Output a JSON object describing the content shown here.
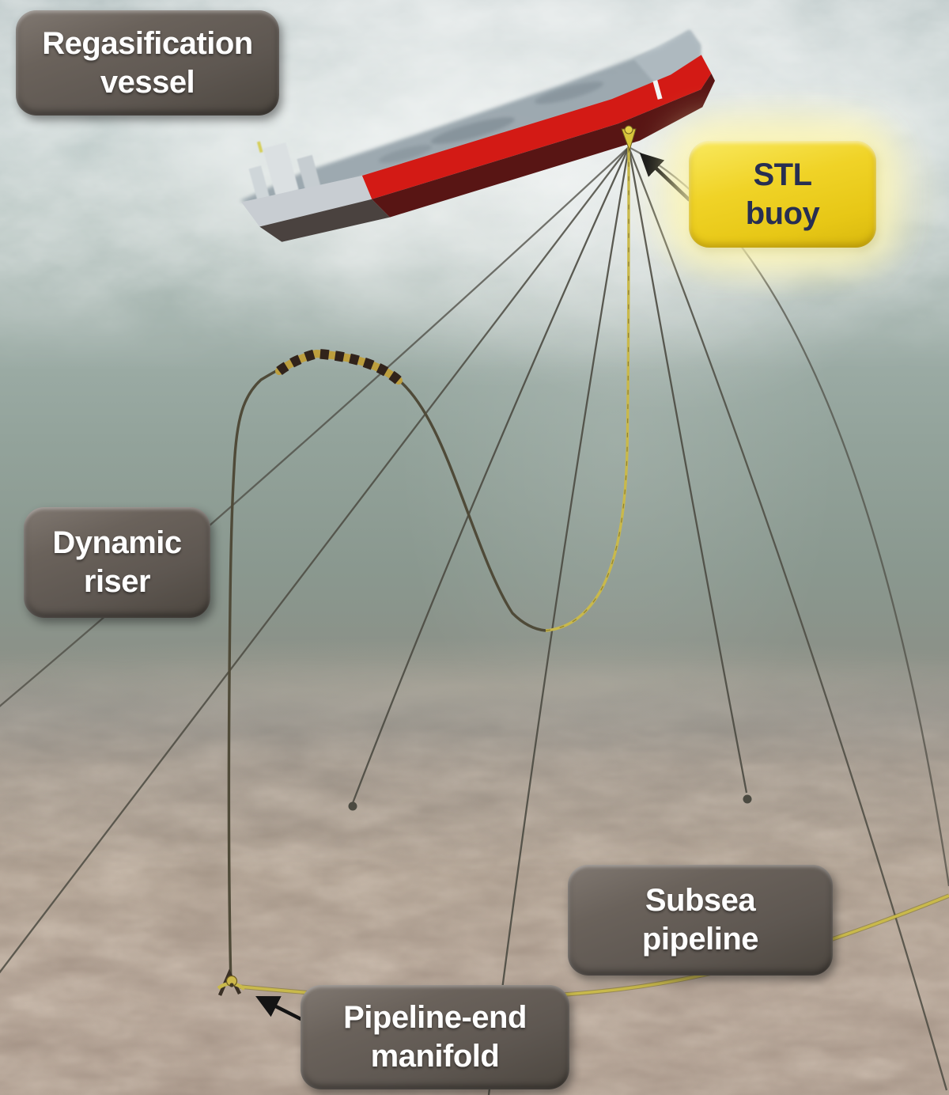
{
  "diagram": {
    "subject": "submerged-turret-loading-regasification-system",
    "labels": [
      {
        "id": "regasification-vessel",
        "text": "Regasification\nvessel",
        "style": "gray"
      },
      {
        "id": "stl-buoy",
        "text": "STL\nbuoy",
        "style": "yellow"
      },
      {
        "id": "dynamic-riser",
        "text": "Dynamic\nriser",
        "style": "gray"
      },
      {
        "id": "subsea-pipeline",
        "text": "Subsea\npipeline",
        "style": "gray"
      },
      {
        "id": "pipeline-end-manifold",
        "text": "Pipeline-end\nmanifold",
        "style": "gray"
      }
    ],
    "colors": {
      "label_gray": "#5e5751",
      "label_text": "#ffffff",
      "stl_yellow": "#f0d327",
      "stl_text_navy": "#272e52",
      "hull_red": "#d31a15",
      "hull_dark": "#581514",
      "pipeline_yellow": "#c9b94b",
      "mooring_line": "#4b4a41",
      "water_top": "#b5c2c2",
      "water_mid": "#8e9d96",
      "seabed_sand": "#a39284",
      "arrow_black": "#141414"
    }
  }
}
